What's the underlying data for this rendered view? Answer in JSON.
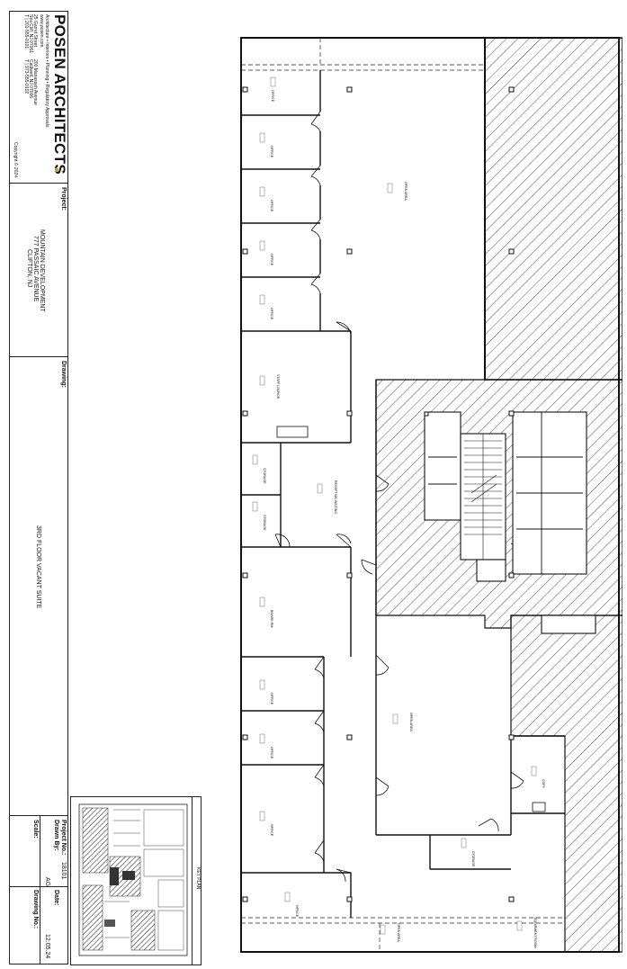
{
  "firm": {
    "name": "POSEN ARCHITECTS",
    "tagline": "Architecture • Interiors • Planning • Regulatory Approvals",
    "website": "www.posen.com",
    "address_1": "25 Garret Street",
    "address_2": "Sea Cliff, NJ 07061",
    "phone_1": "T | 201-555-0101",
    "address_3": "200 Manasseh Avenue",
    "address_4": "Caldwell, NJ 07006",
    "phone_2": "T | 973-555-0102",
    "copyright": "Copyright © 2024"
  },
  "project_block": {
    "label": "Project:",
    "line1": "MOUNTAIN DEVELOPMENT",
    "line2": "777 PASSAIC AVENUE",
    "line3": "CLIFTON, NJ"
  },
  "drawing_block": {
    "label": "Drawing:",
    "title": "3RD FLOOR VACANT SUITE"
  },
  "info": {
    "project_no_label": "Project No.:",
    "project_no": "18101",
    "drawn_by_label": "Drawn By:",
    "drawn_by": "AG",
    "date_label": "Date:",
    "date": "12.05.24",
    "scale_label": "Scale:",
    "scale": "",
    "drawing_no_label": "Drawing No.:",
    "drawing_no": ""
  },
  "key_plan": {
    "label": "KEY PLAN"
  },
  "rooms": {
    "office": "OFFICE",
    "open_area": "OPEN AREA",
    "staff_lounge": "STAFF LOUNGE",
    "storage": "STORAGE",
    "reception": "RECEPTION WAITING",
    "board_rm": "BOARD RM",
    "copy": "COPY",
    "equipment": "EQUIPMENT ROOM"
  }
}
